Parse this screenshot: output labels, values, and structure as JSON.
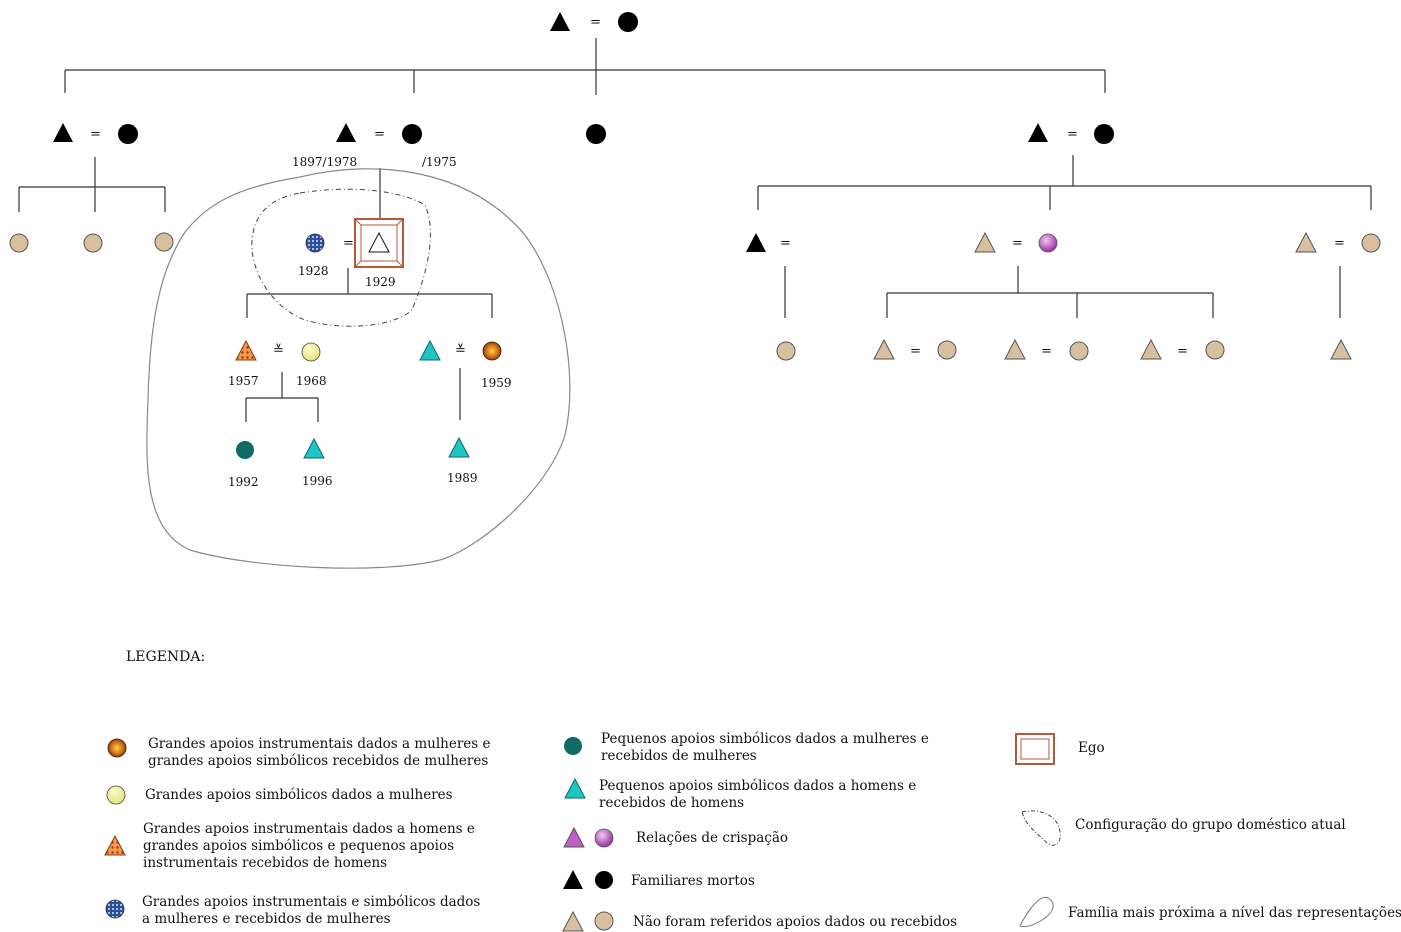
{
  "colors": {
    "dead": "#000000",
    "no_support": "#d8bfa0",
    "crispacao": "#c05fc4",
    "teal_small": "#1fc4c4",
    "dark_teal": "#0e6b66",
    "yellow_light": "#f2f0a0",
    "orange_brown": "#b85a12",
    "blue_pattern": "#3f5fa8",
    "ego_frame": "#b45a3a",
    "line": "#333333"
  },
  "kinship": {
    "equals_sign": "=",
    "approx_sign": "≚",
    "years": {
      "gen2_couple_b": "1897/1978",
      "gen2_couple_b_wife": "/1975",
      "spouse_1928": "1928",
      "ego_1929": "1929",
      "child_1957": "1957",
      "spouse_1968": "1968",
      "spouse_1959": "1959",
      "grand_1992": "1992",
      "grand_1996": "1996",
      "grand_1989": "1989"
    }
  },
  "legend": {
    "title": "LEGENDA:",
    "items": {
      "orange_circle": "Grandes apoios instrumentais dados a mulheres e grandes apoios simbólicos recebidos de mulheres",
      "yellow_circle": "Grandes apoios simbólicos dados a mulheres",
      "orange_triangle": "Grandes apoios instrumentais dados a homens e grandes apoios simbólicos e pequenos apoios instrumentais recebidos de homens",
      "blue_circle": "Grandes apoios instrumentais e simbólicos dados a mulheres e recebidos de mulheres",
      "teal_circle": "Pequenos apoios simbólicos dados a mulheres e recebidos de mulheres",
      "teal_triangle": "Pequenos apoios simbólicos dados a homens e recebidos de homens",
      "purple_pair": "Relações de crispação",
      "black_pair": "Familiares mortos",
      "tan_pair": "Não foram referidos apoios dados ou recebidos",
      "ego": "Ego",
      "dashed_shape": "Configuração do grupo doméstico atual",
      "closed_shape": "Família mais próxima a nível das representações"
    }
  }
}
